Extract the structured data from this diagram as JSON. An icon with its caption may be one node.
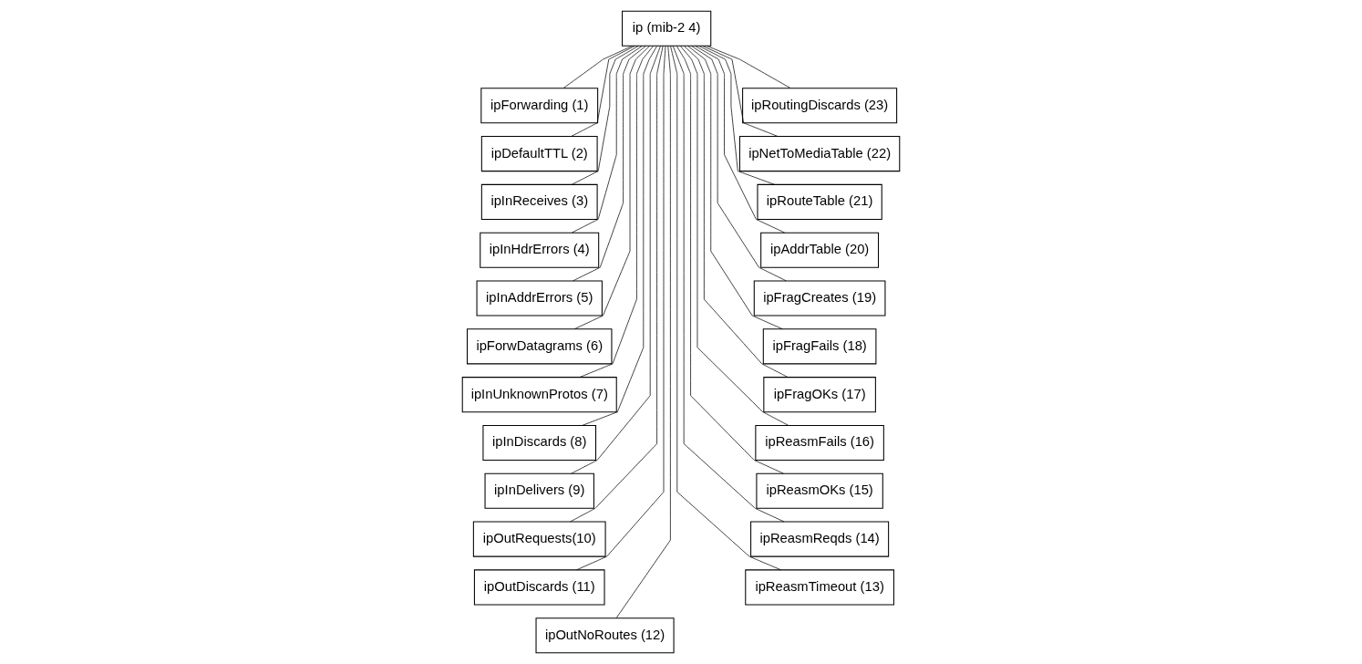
{
  "diagram": {
    "nodes": [
      {
        "text": [
          "ip (mib-2 4)"
        ]
      },
      {
        "text": [
          "ipForwarding (1)"
        ]
      },
      {
        "text": [
          "ipDefaultTTL (2)"
        ]
      },
      {
        "text": [
          "ipInReceives (3)"
        ]
      },
      {
        "text": [
          "ipInHdrErrors (4)"
        ]
      },
      {
        "text": [
          "ipInAddrErrors (5)"
        ]
      },
      {
        "text": [
          "ipForwDatagrams (6)"
        ]
      },
      {
        "text": [
          "ipInUnknownProtos (7)"
        ]
      },
      {
        "text": [
          "ipInDiscards (8)"
        ]
      },
      {
        "text": [
          "ipInDelivers (9)"
        ]
      },
      {
        "text": [
          "ipOutRequests(10)"
        ]
      },
      {
        "text": [
          "ipOutDiscards (11)"
        ]
      },
      {
        "text": [
          "ipOutNoRoutes (12)"
        ]
      },
      {
        "text": [
          "ipReasmTimeout (13)"
        ]
      },
      {
        "text": [
          "ipReasmReqds (14)"
        ]
      },
      {
        "text": [
          "ipReasmOKs (15)"
        ]
      },
      {
        "text": [
          "ipReasmFails (16)"
        ]
      },
      {
        "text": [
          "ipFragOKs (17)"
        ]
      },
      {
        "text": [
          "ipFragFails (18)"
        ]
      },
      {
        "text": [
          "ipFragCreates (19)"
        ]
      },
      {
        "text": [
          "ipAddrTable (20)"
        ]
      },
      {
        "text": [
          "ipRouteTable (21)"
        ]
      },
      {
        "text": [
          "ipNetToMediaTable (22)"
        ]
      },
      {
        "text": [
          "ipRoutingDiscards (23)"
        ]
      }
    ],
    "edges": [
      {
        "from": 0,
        "to": 1,
        "arrow": "none"
      },
      {
        "from": 0,
        "to": 2,
        "arrow": "none"
      },
      {
        "from": 0,
        "to": 3,
        "arrow": "none"
      },
      {
        "from": 0,
        "to": 4,
        "arrow": "none"
      },
      {
        "from": 0,
        "to": 5,
        "arrow": "none"
      },
      {
        "from": 0,
        "to": 6,
        "arrow": "none"
      },
      {
        "from": 0,
        "to": 7,
        "arrow": "none"
      },
      {
        "from": 0,
        "to": 8,
        "arrow": "none"
      },
      {
        "from": 0,
        "to": 9,
        "arrow": "none"
      },
      {
        "from": 0,
        "to": 10,
        "arrow": "none"
      },
      {
        "from": 0,
        "to": 11,
        "arrow": "none"
      },
      {
        "from": 0,
        "to": 12,
        "arrow": "none"
      },
      {
        "from": 0,
        "to": 13,
        "arrow": "none"
      },
      {
        "from": 0,
        "to": 14,
        "arrow": "none"
      },
      {
        "from": 0,
        "to": 15,
        "arrow": "none"
      },
      {
        "from": 0,
        "to": 16,
        "arrow": "none"
      },
      {
        "from": 0,
        "to": 17,
        "arrow": "none"
      },
      {
        "from": 0,
        "to": 18,
        "arrow": "none"
      },
      {
        "from": 0,
        "to": 19,
        "arrow": "none"
      },
      {
        "from": 0,
        "to": 20,
        "arrow": "none"
      },
      {
        "from": 0,
        "to": 21,
        "arrow": "none"
      },
      {
        "from": 0,
        "to": 22,
        "arrow": "none"
      },
      {
        "from": 0,
        "to": 23,
        "arrow": "none"
      }
    ]
  }
}
